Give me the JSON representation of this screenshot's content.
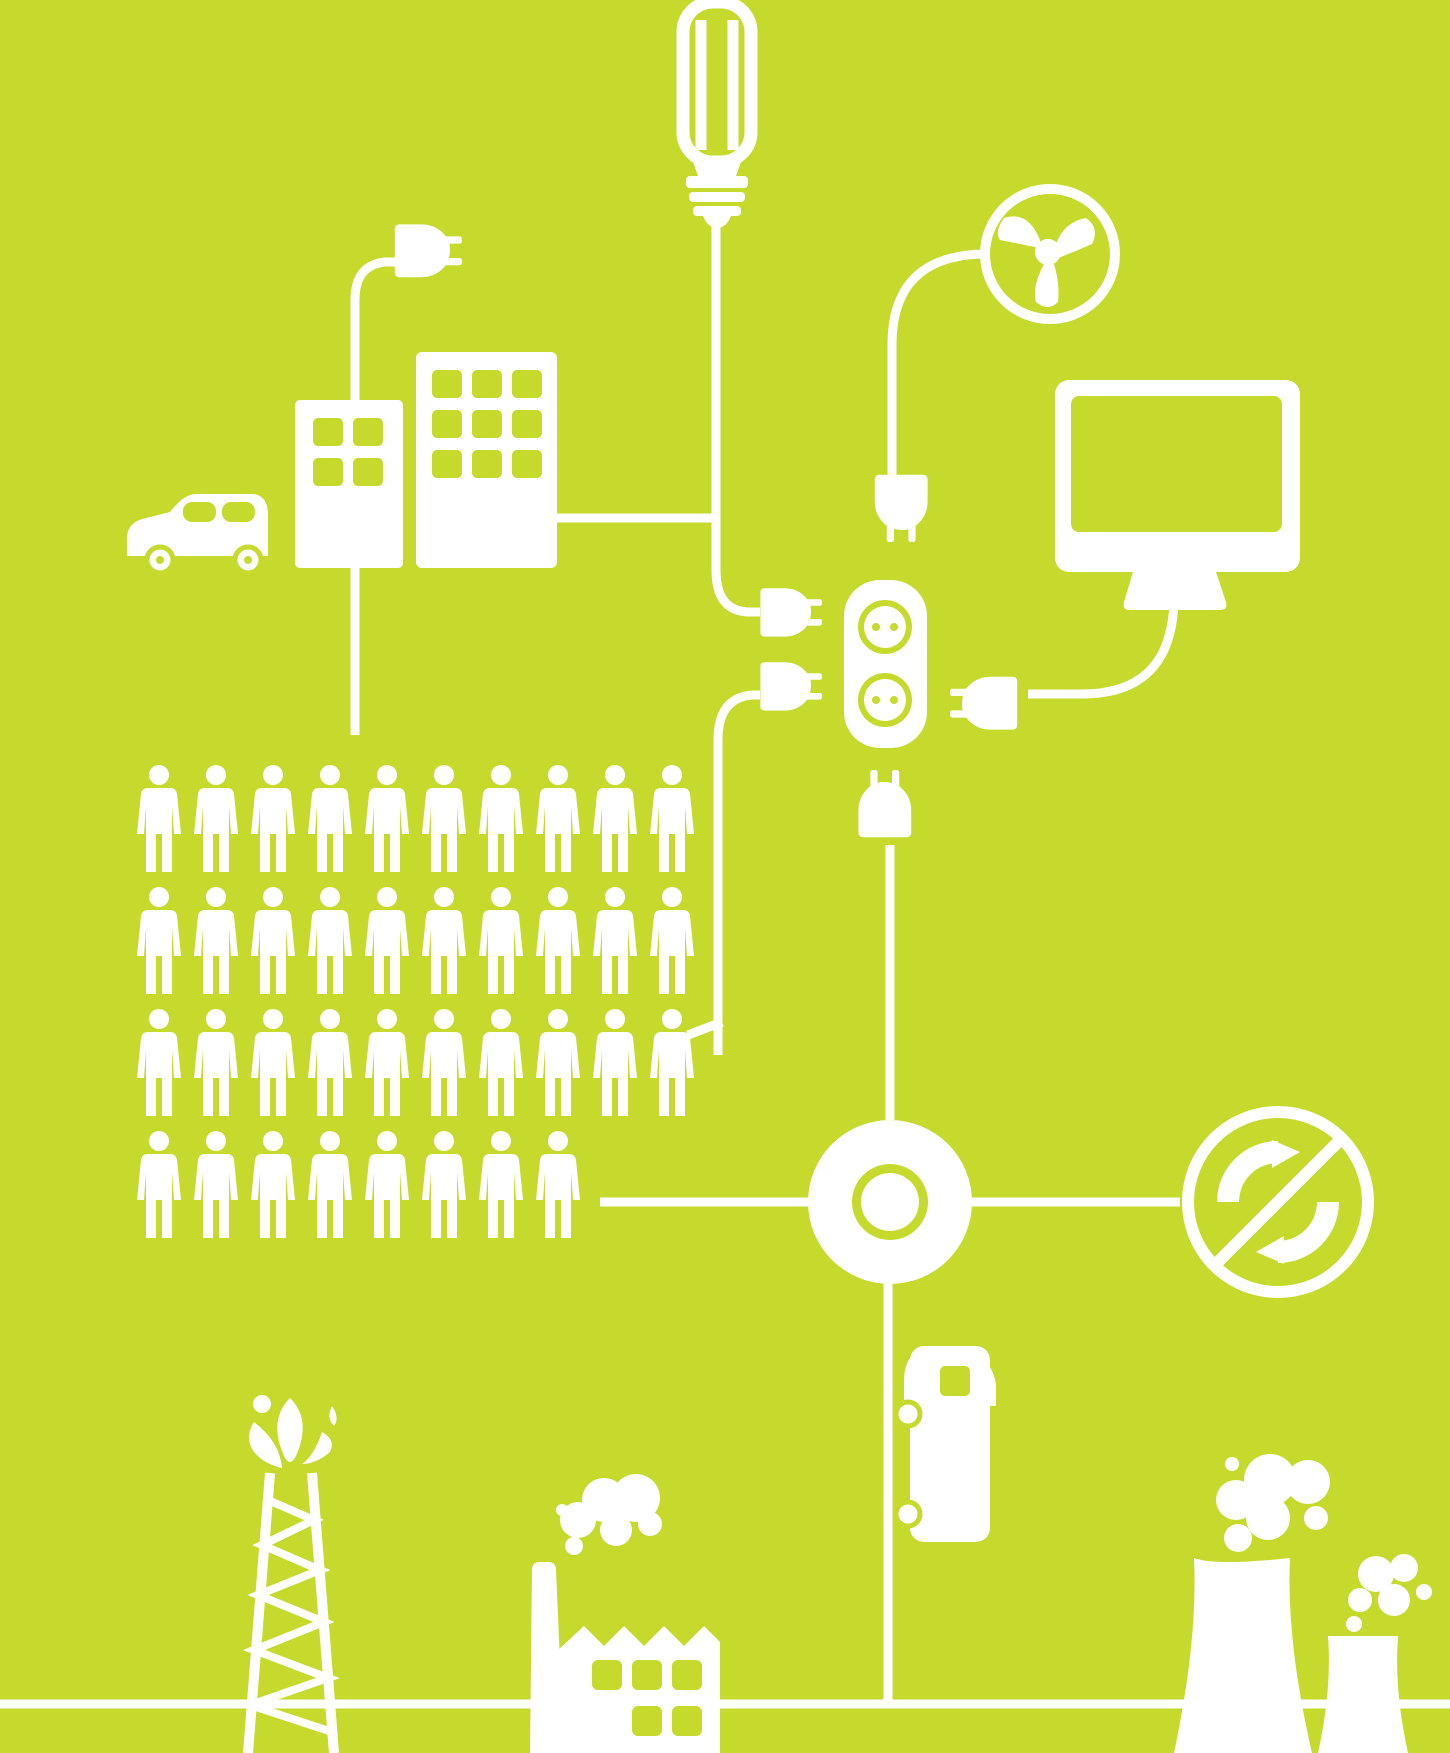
{
  "colors": {
    "background": "#c5da2d",
    "foreground": "#ffffff"
  },
  "illustration": {
    "people_rows": [
      10,
      10,
      10,
      8
    ],
    "icons": [
      "light-bulb-icon",
      "fan-icon",
      "monitor-icon",
      "power-socket-icon",
      "plug-icon",
      "building-icon",
      "car-icon",
      "person-icon",
      "hub-icon",
      "no-recycling-icon",
      "tanker-truck-icon",
      "oil-derrick-icon",
      "factory-icon",
      "cooling-tower-icon",
      "smoke-cloud-icon"
    ]
  }
}
